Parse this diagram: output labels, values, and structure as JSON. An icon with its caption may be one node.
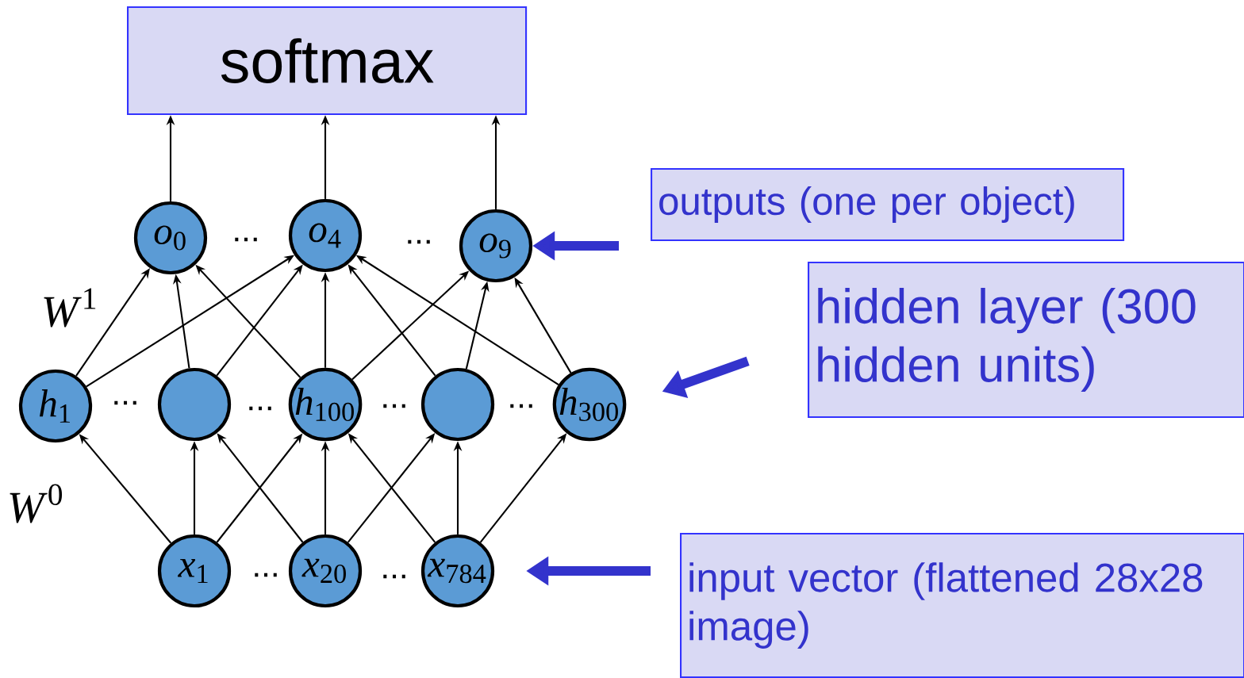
{
  "diagram": {
    "nodes": [
      {
        "text": [
          "softmax"
        ]
      },
      {
        "text": [
          "*o*$_{0}$"
        ]
      },
      {
        "text": [
          "*o*$_{4}$"
        ]
      },
      {
        "text": [
          "*o*$_{9}$"
        ]
      },
      {
        "text": [
          "*h*$_{1}$"
        ]
      },
      {
        "text": [],
        "shape": "circle"
      },
      {
        "text": [
          "*h*$_{100}$"
        ]
      },
      {
        "text": [],
        "shape": "circle"
      },
      {
        "text": [
          "*h*$_{300}$"
        ]
      },
      {
        "text": [
          "*x*$_{1}$"
        ]
      },
      {
        "text": [
          "*x*$_{20}$"
        ]
      },
      {
        "text": [
          "*x*$_{784}$"
        ]
      },
      {
        "text": [
          "outputs (one per object)"
        ]
      },
      {
        "text": [
          "hidden layer (300 hidden units)"
        ]
      },
      {
        "text": [
          "input vector (flattened 28x28 image)"
        ]
      }
    ],
    "edges": [
      {
        "from": 1,
        "to": 0,
        "arrow": "to"
      },
      {
        "from": 2,
        "to": 0,
        "arrow": "to"
      },
      {
        "from": 3,
        "to": 0,
        "arrow": "to"
      },
      {
        "from": 4,
        "to": 1,
        "arrow": "to"
      },
      {
        "from": 4,
        "to": 2,
        "arrow": "to"
      },
      {
        "from": 5,
        "to": 1,
        "arrow": "to"
      },
      {
        "from": 5,
        "to": 2,
        "arrow": "to"
      },
      {
        "from": 6,
        "to": 1,
        "arrow": "to"
      },
      {
        "from": 6,
        "to": 2,
        "arrow": "to"
      },
      {
        "from": 6,
        "to": 3,
        "arrow": "to"
      },
      {
        "from": 7,
        "to": 2,
        "arrow": "to"
      },
      {
        "from": 7,
        "to": 3,
        "arrow": "to"
      },
      {
        "from": 8,
        "to": 2,
        "arrow": "to"
      },
      {
        "from": 8,
        "to": 3,
        "arrow": "to"
      },
      {
        "from": 9,
        "to": 4,
        "arrow": "to"
      },
      {
        "from": 9,
        "to": 5,
        "arrow": "to"
      },
      {
        "from": 9,
        "to": 6,
        "arrow": "to"
      },
      {
        "from": 10,
        "to": 5,
        "arrow": "to"
      },
      {
        "from": 10,
        "to": 6,
        "arrow": "to"
      },
      {
        "from": 10,
        "to": 7,
        "arrow": "to"
      },
      {
        "from": 11,
        "to": 6,
        "arrow": "to"
      },
      {
        "from": 11,
        "to": 7,
        "arrow": "to"
      },
      {
        "from": 11,
        "to": 8,
        "arrow": "to"
      },
      {
        "from": 12,
        "to": 3,
        "arrow": "to",
        "style": "thick",
        "color": "#3333cc"
      },
      {
        "from": 13,
        "to": 8,
        "arrow": "to",
        "style": "thick",
        "color": "#3333cc"
      },
      {
        "from": 14,
        "to": 11,
        "arrow": "to",
        "style": "thick",
        "color": "#3333cc"
      }
    ],
    "labels": [
      "...",
      "...",
      "*W*$^{1}$",
      "...",
      "...",
      "...",
      "...",
      "*W*$^{0}$",
      "...",
      "..."
    ]
  }
}
